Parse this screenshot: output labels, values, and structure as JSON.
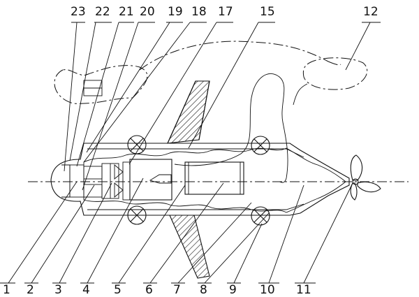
{
  "top_labels": [
    "23",
    "22",
    "21",
    "20",
    "19",
    "18",
    "17",
    "15",
    "12"
  ],
  "bottom_labels": [
    "1",
    "2",
    "3",
    "4",
    "5",
    "6",
    "7",
    "8",
    "9",
    "10",
    "11"
  ]
}
